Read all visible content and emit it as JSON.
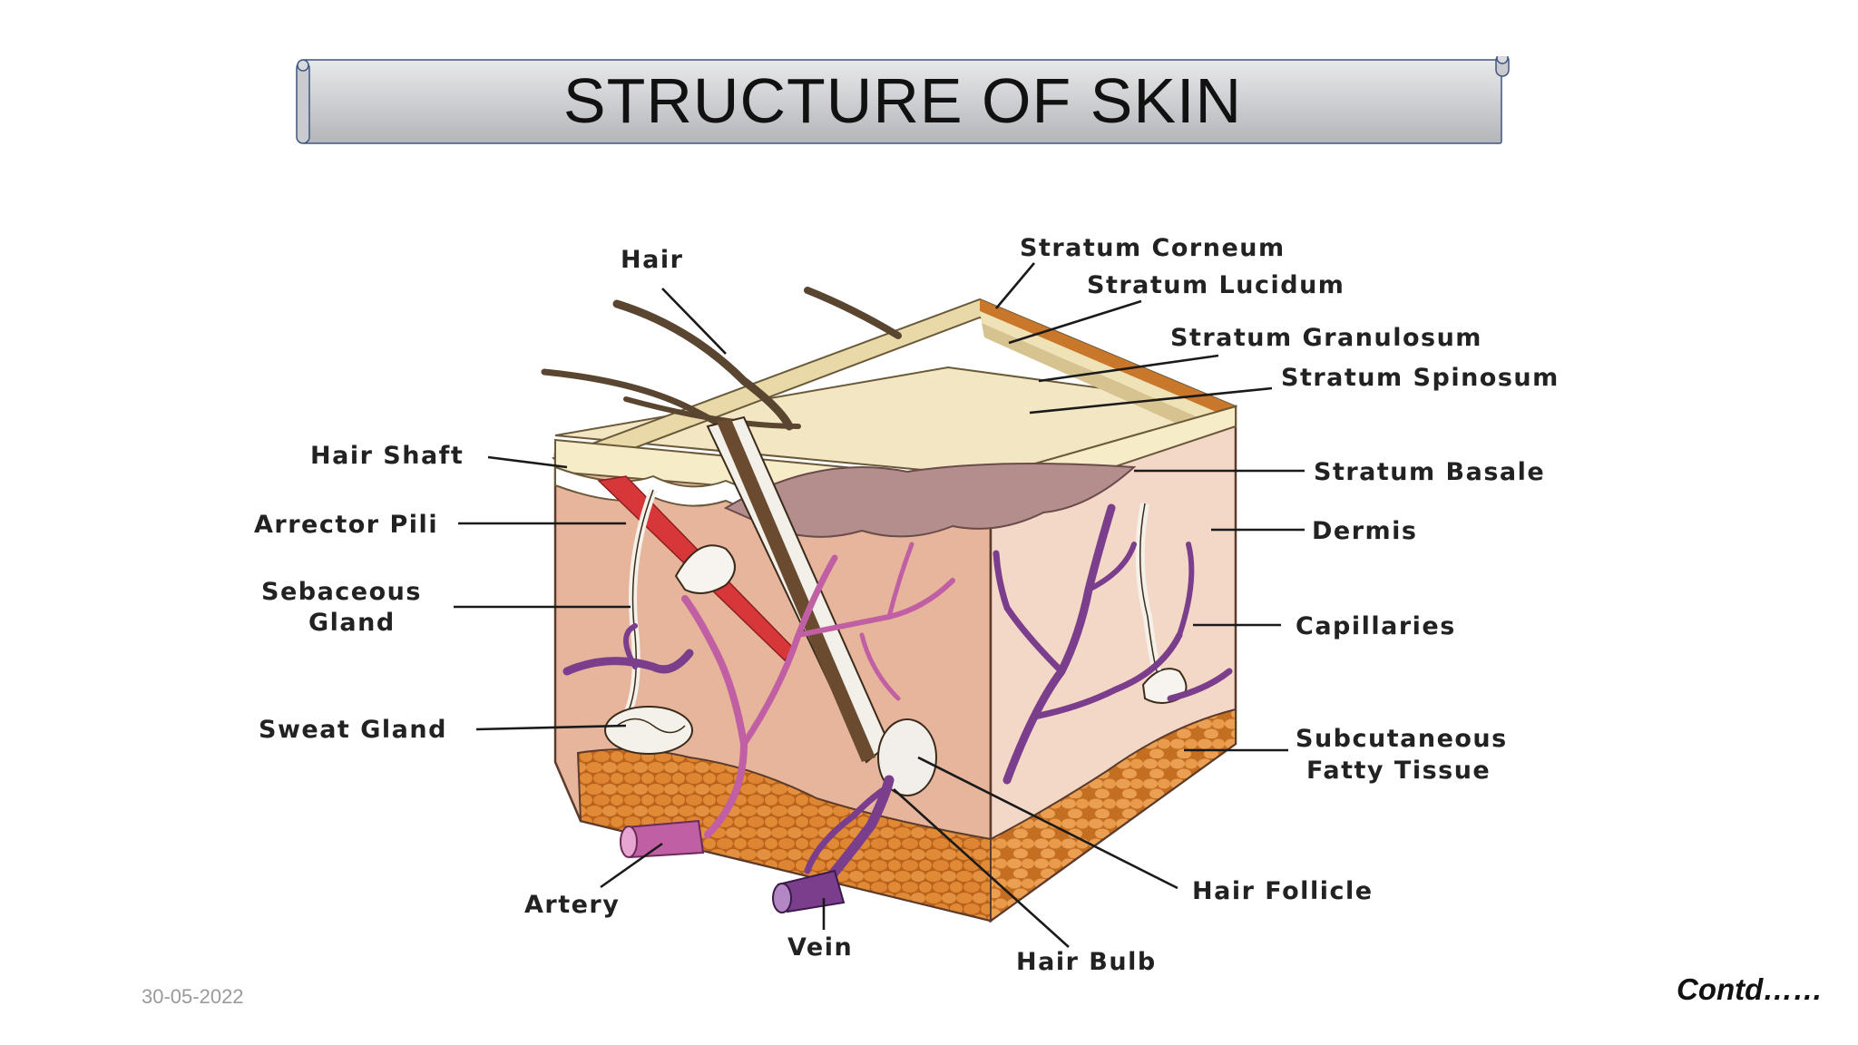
{
  "slide": {
    "title": "STRUCTURE OF SKIN",
    "date": "30-05-2022",
    "contd": "Contd……"
  },
  "diagram": {
    "labels": {
      "hair": "Hair",
      "stratum_corneum": "Stratum Corneum",
      "stratum_lucidum": "Stratum Lucidum",
      "stratum_granulosum": "Stratum Granulosum",
      "stratum_spinosum": "Stratum Spinosum",
      "stratum_basale": "Stratum Basale",
      "dermis": "Dermis",
      "capillaries": "Capillaries",
      "subcutaneous_1": "Subcutaneous",
      "subcutaneous_2": "Fatty Tissue",
      "hair_follicle": "Hair Follicle",
      "hair_bulb": "Hair Bulb",
      "vein": "Vein",
      "artery": "Artery",
      "sweat_gland": "Sweat Gland",
      "sebaceous_1": "Sebaceous",
      "sebaceous_2": "Gland",
      "arrector_pili": "Arrector Pili",
      "hair_shaft": "Hair Shaft"
    }
  },
  "colors": {
    "banner_top": "#e6e7e9",
    "banner_bottom": "#b5b7bb",
    "banner_border": "#3f5683",
    "dermis_front": "#e6b49a",
    "dermis_side": "#f2d3c2",
    "fat": "#d9822e",
    "vessel_purple": "#7a3e8c",
    "artery_pink": "#c15fa4",
    "arrector_red": "#d8373a",
    "hair_brown": "#5a4530"
  }
}
